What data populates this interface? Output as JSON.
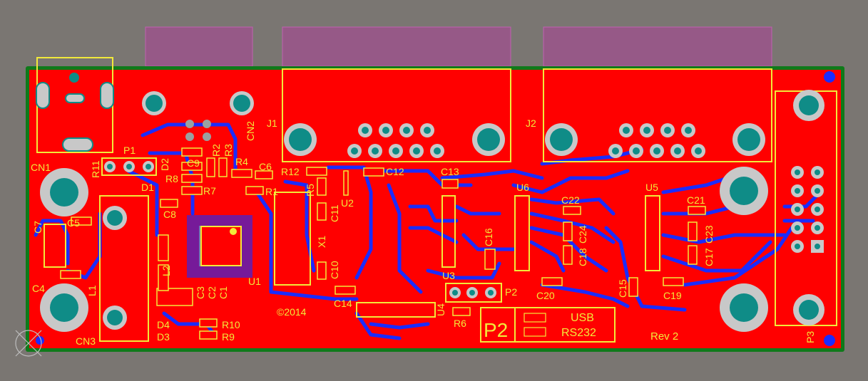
{
  "board": {
    "colors": {
      "background": "#7a7672",
      "copper_top": "#ff0000",
      "copper_bottom": "#1a2cff",
      "silkscreen": "#f2ea3a",
      "keepout": "#a0508f",
      "pad": "#0f8c87",
      "pad_ring": "#c8c8c8",
      "outline": "#0f7a1a"
    },
    "copyright": "©2014",
    "revision": "Rev 2",
    "jumper_box": {
      "title": "P2",
      "usb": "USB",
      "rs232": "RS232"
    }
  },
  "designators": {
    "CN1": "CN1",
    "CN2": "CN2",
    "CN3": "CN3",
    "J1": "J1",
    "J2": "J2",
    "P1": "P1",
    "P2": "P2",
    "P3": "P3",
    "U1": "U1",
    "U2": "U2",
    "U3": "U3",
    "U4": "U4",
    "U5": "U5",
    "U6": "U6",
    "D1": "D1",
    "D2": "D2",
    "D3": "D3",
    "D4": "D4",
    "L1": "L1",
    "L2": "L2",
    "X1": "X1",
    "R1": "R1",
    "R2": "R2",
    "R3": "R3",
    "R4": "R4",
    "R5": "R5",
    "R6": "R6",
    "R7": "R7",
    "R8": "R8",
    "R9": "R9",
    "R10": "R10",
    "R11": "R11",
    "R12": "R12",
    "C1": "C1",
    "C2": "C2",
    "C3": "C3",
    "C4": "C4",
    "C5": "C5",
    "C6": "C6",
    "C7": "C7",
    "C8": "C8",
    "C9": "C9",
    "C10": "C10",
    "C11": "C11",
    "C12": "C12",
    "C13": "C13",
    "C14": "C14",
    "C15": "C15",
    "C16": "C16",
    "C17": "C17",
    "C18": "C18",
    "C19": "C19",
    "C20": "C20",
    "C21": "C21",
    "C22": "C22",
    "C23": "C23",
    "C24": "C24"
  }
}
